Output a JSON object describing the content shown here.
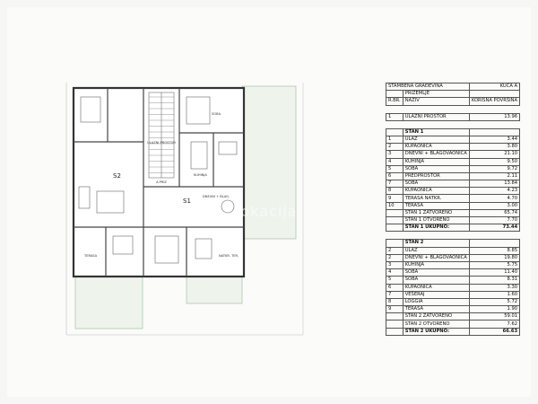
{
  "table": {
    "title": "STAMBENA GRAĐEVINA",
    "house": "KUĆA A",
    "floor": "PRIZEMLJE",
    "col_rbr": "R.BR.",
    "col_name": "NAZIV",
    "col_area": "KORISNA POVRŠINA",
    "common": [
      {
        "no": "1",
        "name": "ULAZNI PROSTOR",
        "area": "13.96"
      }
    ],
    "stan1": {
      "title": "STAN 1",
      "rows": [
        {
          "no": "1",
          "name": "ULAZ",
          "area": "3.44"
        },
        {
          "no": "2",
          "name": "KUPAONICA",
          "area": "3.80"
        },
        {
          "no": "3",
          "name": "DNEVNI + BLAGOVAONICA",
          "area": "21.10"
        },
        {
          "no": "4",
          "name": "KUHINJA",
          "area": "9.50"
        },
        {
          "no": "5",
          "name": "SOBA",
          "area": "9.72"
        },
        {
          "no": "6",
          "name": "PREDPROSTOR",
          "area": "2.11"
        },
        {
          "no": "7",
          "name": "SOBA",
          "area": "13.84"
        },
        {
          "no": "8",
          "name": "KUPAONICA",
          "area": "4.23"
        },
        {
          "no": "9",
          "name": "TERASA NATKR.",
          "area": "4.70"
        },
        {
          "no": "10",
          "name": "TERASA",
          "area": "3.00"
        }
      ],
      "closed_label": "STAN 1 ZATVORENO",
      "closed": "65.74",
      "open_label": "STAN 1 OTVORENO",
      "open": "7.70",
      "total_label": "STAN 1 UKUPNO:",
      "total": "73.44"
    },
    "stan2": {
      "title": "STAN 2",
      "rows": [
        {
          "no": "2",
          "name": "ULAZ",
          "area": "8.85"
        },
        {
          "no": "2",
          "name": "DNEVNI + BLAGOVAONICA",
          "area": "19.80"
        },
        {
          "no": "3",
          "name": "KUHINJA",
          "area": "5.75"
        },
        {
          "no": "4",
          "name": "SOBA",
          "area": "11.40"
        },
        {
          "no": "5",
          "name": "SOBA",
          "area": "8.31"
        },
        {
          "no": "6",
          "name": "KUPAONICA",
          "area": "3.30"
        },
        {
          "no": "7",
          "name": "VEŠERAJ",
          "area": "1.60"
        },
        {
          "no": "8",
          "name": "LOGGIA",
          "area": "5.72"
        },
        {
          "no": "9",
          "name": "TERASA",
          "area": "1.90"
        }
      ],
      "closed_label": "STAN 2 ZATVORENO",
      "closed": "59.01",
      "open_label": "STAN 2 OTVORENO",
      "open": "7.62",
      "total_label": "STAN 2 UKUPNO:",
      "total": "66.63"
    }
  },
  "plan": {
    "label_s1": "S1",
    "label_s2": "S2",
    "label_stair": "ULAZNI PROSTOR",
    "label_a_priz": "A.PRIZ",
    "label_soba": "SOBA",
    "label_kuhinja": "KUHINJA",
    "label_dnevni": "DNEVNI + BLAG.",
    "label_terasa": "TERASA",
    "label_natkr": "NATKR. TER."
  },
  "watermark": "lokacija"
}
